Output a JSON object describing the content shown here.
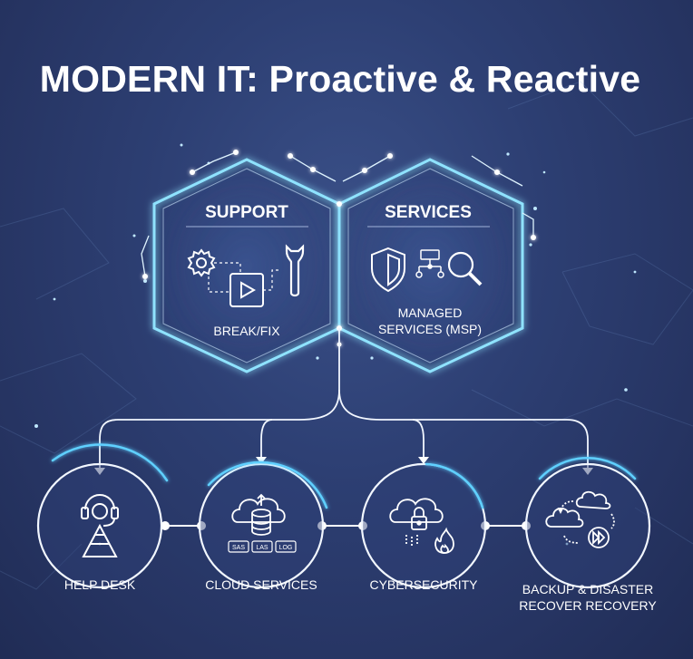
{
  "title": "MODERN IT: Proactive & Reactive",
  "hexagons": [
    {
      "heading": "SUPPORT",
      "caption_lines": [
        "BREAK/FIX"
      ]
    },
    {
      "heading": "SERVICES",
      "caption_lines": [
        "MANAGED",
        "SERVICES (MSP)"
      ]
    }
  ],
  "service_nodes": [
    {
      "label_lines": [
        "HELP DESK"
      ],
      "icon": "headset-icon"
    },
    {
      "label_lines": [
        "CLOUD SERVICES"
      ],
      "icon": "cloud-database-icon",
      "tags": [
        "SAS",
        "LAS",
        "LOG"
      ]
    },
    {
      "label_lines": [
        "CYBERSECURITY"
      ],
      "icon": "cloud-lock-icon"
    },
    {
      "label_lines": [
        "BACKUP & DISASTER",
        "RECOVER RECOVERY"
      ],
      "icon": "cloud-sync-icon"
    }
  ],
  "colors": {
    "background": "#2d3f73",
    "glow": "#6fd6ff",
    "line": "#e8f2ff",
    "accent": "#4fc3f7"
  }
}
